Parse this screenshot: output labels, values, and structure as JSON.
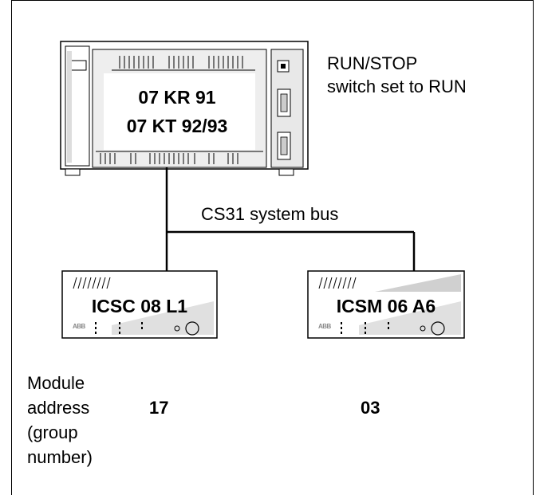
{
  "plc": {
    "model_line1": "07 KR 91",
    "model_line2": "07 KT 92/93",
    "switch_note_line1": "RUN/STOP",
    "switch_note_line2": "switch set to RUN"
  },
  "bus": {
    "label": "CS31 system bus"
  },
  "modules": [
    {
      "name": "ICSC 08 L1",
      "address": "17"
    },
    {
      "name": "ICSM 06 A6",
      "address": "03"
    }
  ],
  "address_caption": {
    "line1": "Module",
    "line2": "address",
    "line3": "(group",
    "line4": "number)"
  },
  "logo_text": "ABB"
}
